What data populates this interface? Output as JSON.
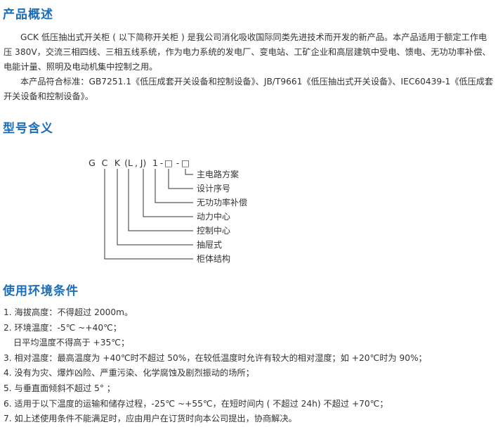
{
  "sections": {
    "overview": {
      "title": "产品概述",
      "p1": "GCK 低压抽出式开关柜 ( 以下简称开关柜 ) 是我公司消化吸收国际同类先进技术而开发的新产品。本产品适用于额定工作电压 380V，交流三相四线、三相五线系统，作为电力系统的发电厂、变电站、工矿企业和高层建筑中受电、馈电、无功功率补偿、电能计量、照明及电动机集中控制之用。",
      "p2": "本产品符合标准：GB7251.1《低压成套开关设备和控制设备》、JB/T9661《低压抽出式开关设备》、IEC60439-1《低压成套开关设备和控制设备》。"
    },
    "model": {
      "title": "型号含义",
      "code_chars": [
        "G",
        "C",
        "K",
        "(L",
        ",",
        "J)",
        "1",
        "-",
        "□",
        "-",
        "□"
      ],
      "labels": [
        "主电路方案",
        "设计序号",
        "无功功率补偿",
        "动力中心",
        "控制中心",
        "抽屉式",
        "柜体结构"
      ]
    },
    "env": {
      "title": "使用环境条件",
      "items": [
        "1. 海拔高度：不得超过 2000m。",
        "2. 环境温度：-5℃ ~+40℃；",
        "日平均温度不得高于 +35℃；",
        "3. 相对温度：最高温度为 +40℃时不超过 50%，在较低温度时允许有较大的相对湿度；如 +20℃时为 90%；",
        "4. 没有为灾、爆炸凶险、严重污染、化学腐蚀及剧烈振动的场所；",
        "5. 与垂直面倾斜不超过 5° ；",
        "6. 适用于以下温度的运输和储存过程，-25℃ ~+55℃，在短时间内 ( 不超过 24h) 不超过 +70℃；",
        "7. 如上述使用条件不能满足时，应由用户在订货时向本公司提出，协商解决。"
      ]
    }
  },
  "colors": {
    "heading": "#1a6db8",
    "text": "#333333",
    "line": "#333333"
  }
}
